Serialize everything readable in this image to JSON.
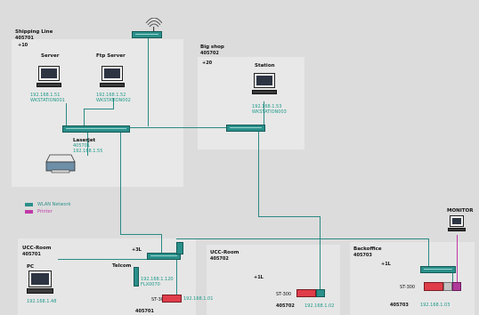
{
  "rooms": {
    "shipping": {
      "title": "Shipping Line",
      "code": "405701",
      "ip_label": "+10"
    },
    "bigshop": {
      "title": "Big shop",
      "code": "405702",
      "ip_label": "+20"
    },
    "ucc1": {
      "title": "UCC-Room",
      "code": "405701"
    },
    "ucc2": {
      "title": "UCC-Room",
      "code": "405702"
    },
    "backoffice": {
      "title": "Backoffice",
      "code": "405703",
      "ip_label": "+1L"
    }
  },
  "devices": {
    "server": {
      "name": "Server",
      "ip": "192.168.1.51",
      "id": "WKSTATION001"
    },
    "ftp": {
      "name": "Ftp Server",
      "ip": "192.168.1.52",
      "id": "WKSTATION002"
    },
    "station": {
      "name": "Station",
      "ip": "192.168.1.53",
      "id": "WKSTATION003"
    },
    "laserjet": {
      "name": "Laserjet",
      "line2": "405701",
      "line3": "192.168.1.55"
    },
    "telcom": {
      "name": "Telcom",
      "line2": "192.168.1.120",
      "line3": "FLX0070"
    },
    "pc": {
      "name": "PC",
      "ip": "192.168.1.48"
    },
    "rack_ucc1": {
      "model": "ST-300",
      "code": "405701",
      "ip": "192.168.1.01"
    },
    "rack_ucc2": {
      "model": "ST-300",
      "code": "405702",
      "ip": "192.168.1.02"
    },
    "rack_back": {
      "model": "ST-300",
      "code": "405703",
      "ip": "192.168.1.03"
    },
    "monitor": {
      "name": "MONITOR"
    }
  },
  "labels": {
    "ucc_plus": "+3L",
    "ucc2_plus": "+1L"
  },
  "legend": [
    {
      "label": "WLAN Network",
      "color": "#2b8f8a"
    },
    {
      "label": "Printer",
      "color": "#c03aa8"
    }
  ],
  "colors": {
    "link": "#2a8a84",
    "printer_link": "#c03aa8",
    "switch": "#2b8f8a",
    "rack_red": "#e03d4a"
  }
}
